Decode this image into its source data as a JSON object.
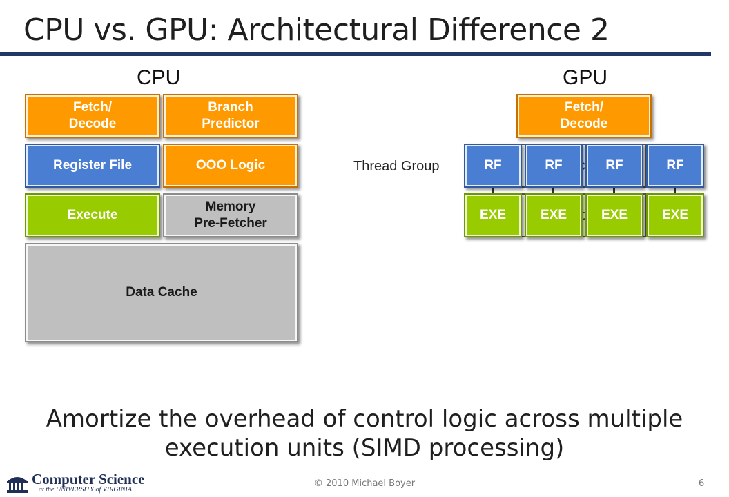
{
  "title": "CPU vs. GPU: Architectural Difference 2",
  "cpu": {
    "label": "CPU",
    "fetch_decode": "Fetch/\nDecode",
    "branch_predictor": "Branch\nPredictor",
    "register_file": "Register File",
    "ooo_logic": "OOO Logic",
    "execute": "Execute",
    "memory_prefetcher": "Memory\nPre-Fetcher",
    "data_cache": "Data Cache"
  },
  "gpu": {
    "label": "GPU",
    "fetch_decode": "Fetch/\nDecode",
    "thread_group_label": "Thread Group",
    "rf_label": "RF",
    "exe_label": "EXE",
    "behind_top_fragment": "tc",
    "behind_bottom_fragment": "c"
  },
  "summary": "Amortize the overhead of control logic across multiple execution units (SIMD processing)",
  "footer": {
    "logo_main": "Computer Science",
    "logo_sub": "at the UNIVERSITY of VIRGINIA",
    "copyright": "© 2010 Michael Boyer",
    "page_number": "6"
  },
  "colors": {
    "orange": "#ff9900",
    "blue": "#4a7ed2",
    "green": "#99cc00",
    "gray": "#bfbfbf",
    "title_rule": "#1f3864"
  }
}
